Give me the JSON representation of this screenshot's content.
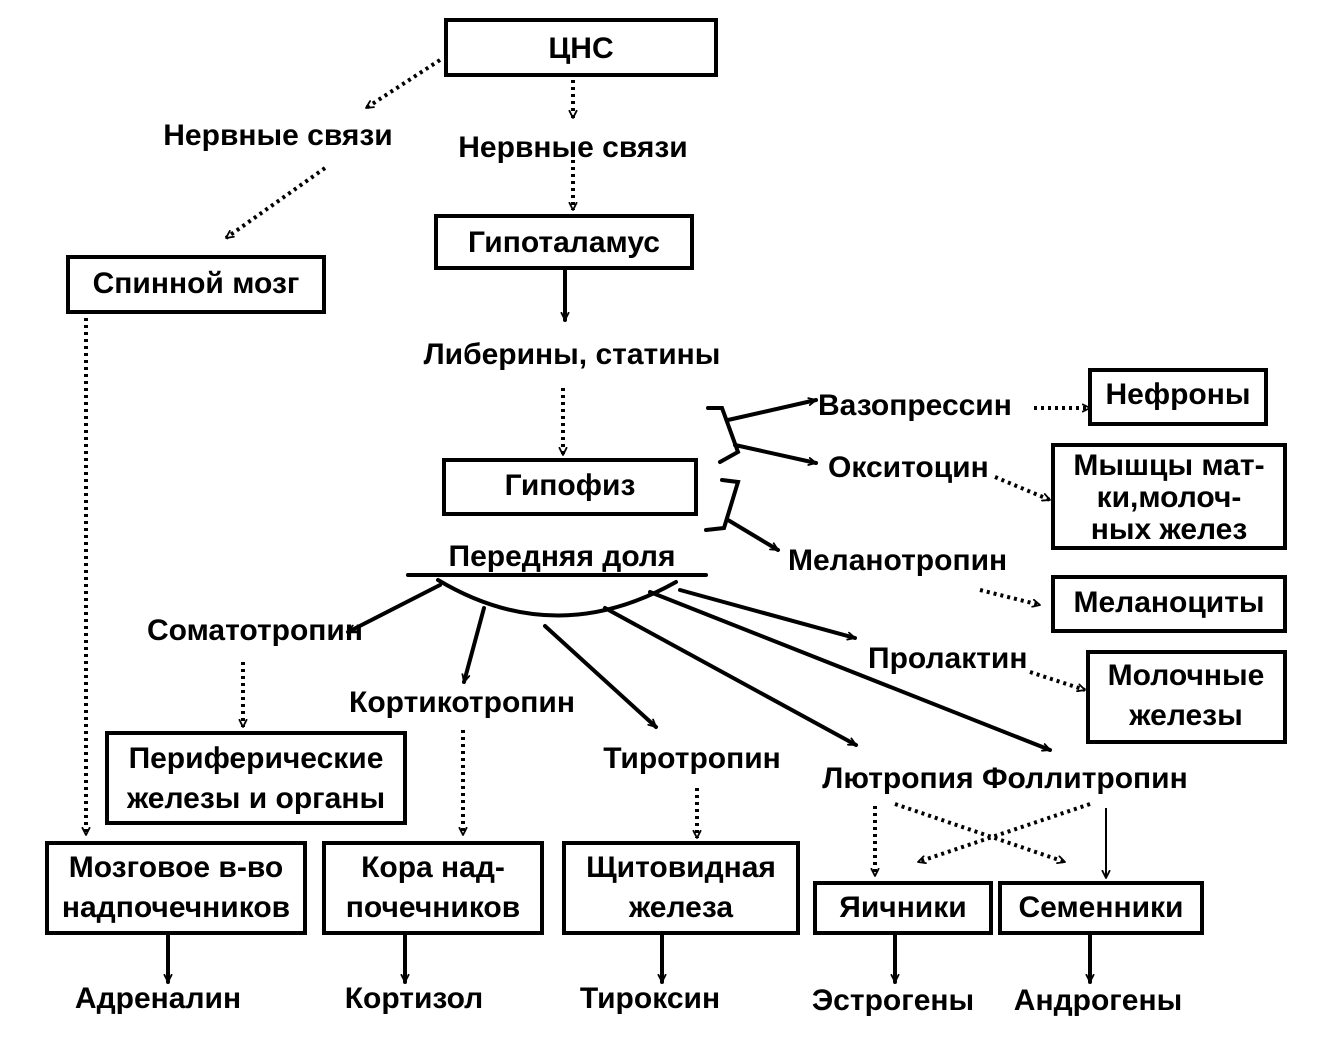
{
  "nodes": {
    "cns": "ЦНС",
    "nerve_left": "Нервные связи",
    "nerve_center": "Нервные связи",
    "spinal_cord": "Спинной мозг",
    "hypothalamus": "Гипоталамус",
    "liberins": "Либерины, статины",
    "pituitary": "Гипофиз",
    "anterior_lobe": "Передняя доля",
    "vasopressin": "Вазопрессин",
    "nephrons": "Нефроны",
    "oxytocin": "Окситоцин",
    "uterus_muscles": [
      "Мышцы мат-",
      "ки,молоч-",
      "ных  желез"
    ],
    "melanotropin": "Меланотропин",
    "melanocytes": "Меланоциты",
    "prolactin": "Пролактин",
    "mammary": [
      "Молочные",
      "железы"
    ],
    "somatotropin": "Соматотропин",
    "corticotropin": "Кортикотропин",
    "thyrotropin": "Тиротропин",
    "lutropin_follitropin": "Лютропия Фоллитропин",
    "peripheral": [
      "Периферические",
      "железы и органы"
    ],
    "adrenal_medulla": [
      "Мозговое в-во",
      "надпочечников"
    ],
    "adrenal_cortex": [
      "Кора над-",
      "почечников"
    ],
    "thyroid": [
      "Щитовидная",
      "железа"
    ],
    "ovaries": "Яичники",
    "testes": "Семенники",
    "adrenaline": "Адреналин",
    "cortisol": "Кортизол",
    "thyroxine": "Тироксин",
    "estrogens": "Эстрогены",
    "androgens": "Андрогены"
  }
}
